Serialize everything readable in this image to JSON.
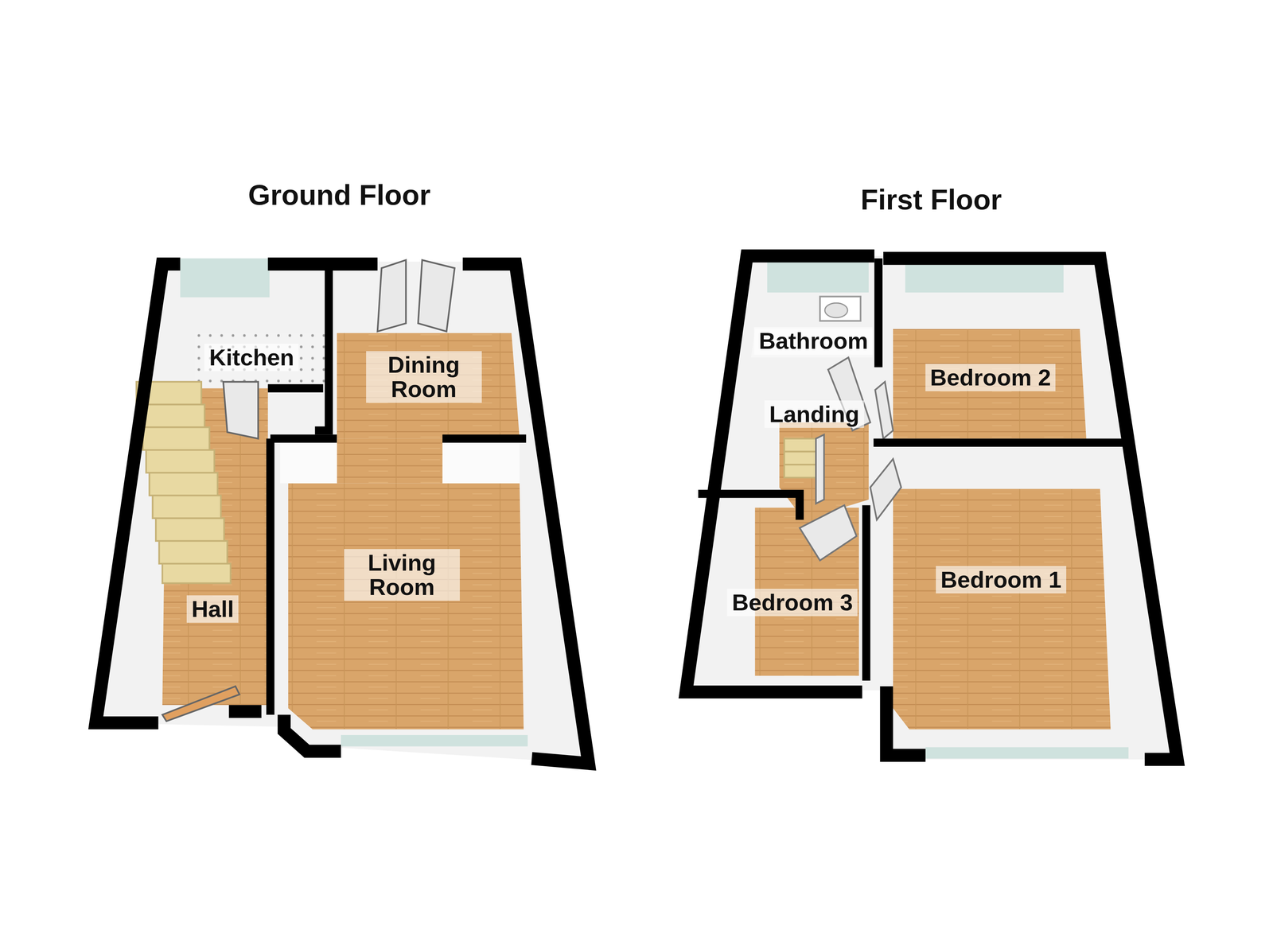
{
  "diagram": {
    "nodes": [
      {
        "text": [
          "Kitchen"
        ]
      },
      {
        "text": [
          "Dining Room"
        ]
      },
      {
        "text": [
          "Living Room"
        ]
      },
      {
        "text": [
          "Hall"
        ]
      },
      {
        "text": [
          "Bathroom"
        ]
      },
      {
        "text": [
          "Bedroom 2"
        ]
      },
      {
        "text": [
          "Landing"
        ]
      },
      {
        "text": [
          "Bedroom 3"
        ]
      },
      {
        "text": [
          "Bedroom 1"
        ]
      }
    ],
    "labels": [
      "Ground Floor",
      "First Floor"
    ]
  }
}
